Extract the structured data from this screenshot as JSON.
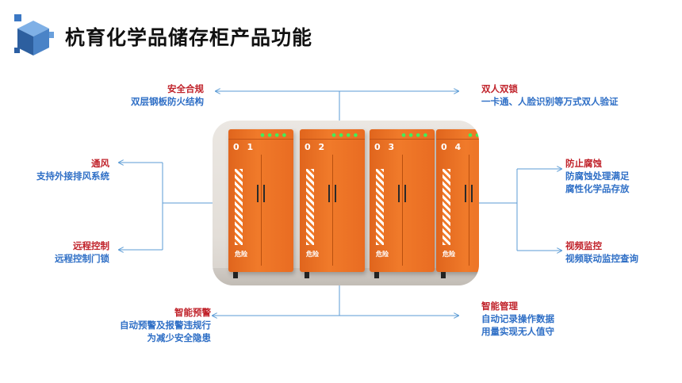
{
  "title": "杭育化学品储存柜产品功能",
  "features": {
    "safety": {
      "heading": "安全合规",
      "desc": "双层钢板防火结构"
    },
    "dual_lock": {
      "heading": "双人双锁",
      "desc": "一卡通、人脸识别等万式双人验证"
    },
    "ventilation": {
      "heading": "通风",
      "desc": "支持外接排风系统"
    },
    "anticorrosion": {
      "heading": "防止腐蚀",
      "desc1": "防腐蚀处理满足",
      "desc2": "腐性化学品存放"
    },
    "remote": {
      "heading": "远程控制",
      "desc": "远程控制门锁"
    },
    "video": {
      "heading": "视频监控",
      "desc": "视频联动监控查询"
    },
    "alarm": {
      "heading": "智能预警",
      "desc1": "自动预警及报警违规行",
      "desc2": "为减少安全隐患"
    },
    "management": {
      "heading": "智能管理",
      "desc1": "自动记录操作数据",
      "desc2": "用量实现无人值守"
    }
  },
  "cabinets": [
    {
      "number": "0 1",
      "warning": "危险"
    },
    {
      "number": "0 2",
      "warning": "危险"
    },
    {
      "number": "0 3",
      "warning": "危险"
    },
    {
      "number": "0 4",
      "warning": "危险"
    }
  ],
  "colors": {
    "heading": "#c0222a",
    "desc": "#2f6fc6",
    "line": "#5b9bd5",
    "cabinet": "#f07a2a"
  }
}
